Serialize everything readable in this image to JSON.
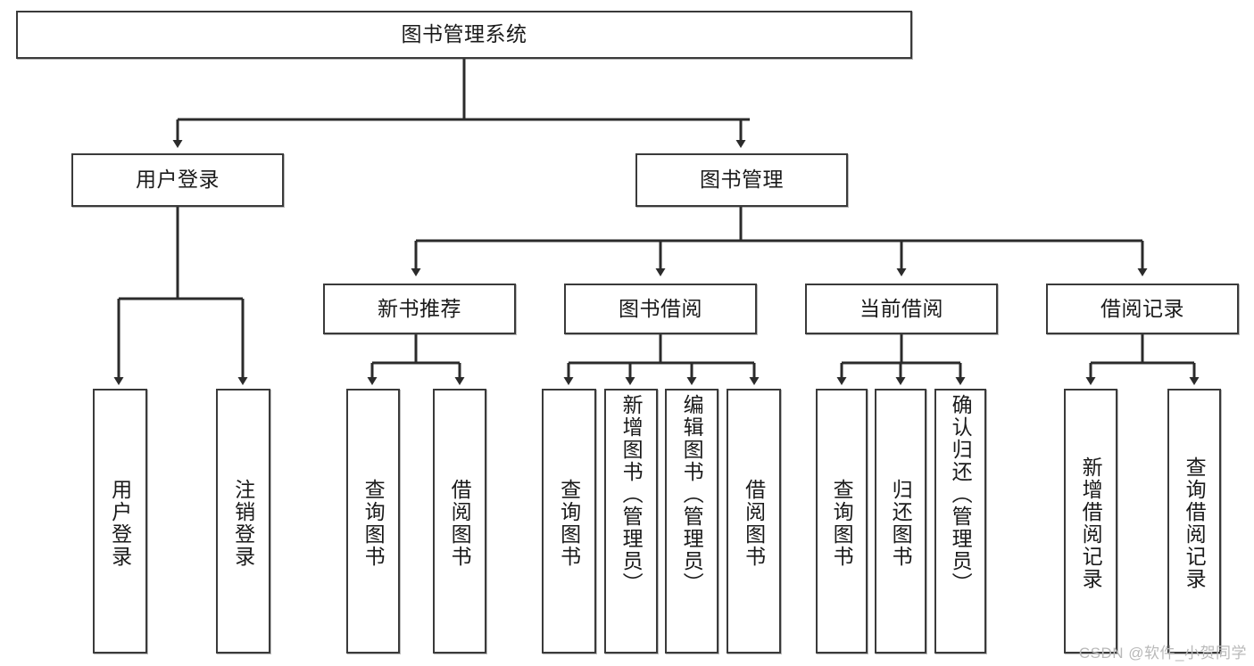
{
  "diagram": {
    "type": "hierarchy-tree",
    "title": "图书管理系统",
    "root": {
      "label": "图书管理系统"
    },
    "level2": [
      {
        "label": "用户登录"
      },
      {
        "label": "图书管理"
      }
    ],
    "level3": [
      {
        "label": "新书推荐"
      },
      {
        "label": "图书借阅"
      },
      {
        "label": "当前借阅"
      },
      {
        "label": "借阅记录"
      }
    ],
    "leaves": {
      "user_login": [
        {
          "label": "用户登录"
        },
        {
          "label": "注销登录"
        }
      ],
      "new_book_recommend": [
        {
          "label": "查询图书"
        },
        {
          "label": "借阅图书"
        }
      ],
      "book_borrow": [
        {
          "label": "查询图书"
        },
        {
          "label": "新增图书（管理员）"
        },
        {
          "label": "编辑图书（管理员）"
        },
        {
          "label": "借阅图书"
        }
      ],
      "current_borrow": [
        {
          "label": "查询图书"
        },
        {
          "label": "归还图书"
        },
        {
          "label": "确认归还（管理员）"
        }
      ],
      "borrow_record": [
        {
          "label": "新增借阅记录"
        },
        {
          "label": "查询借阅记录"
        }
      ]
    }
  },
  "watermark": {
    "text": "CSDN @软件_小贺同学"
  },
  "colors": {
    "box_border": "#3a3a3a",
    "box_fill": "#ffffff",
    "text": "#1a1a1a",
    "connector": "#2b2b2b",
    "watermark": "#b9b9b9"
  }
}
